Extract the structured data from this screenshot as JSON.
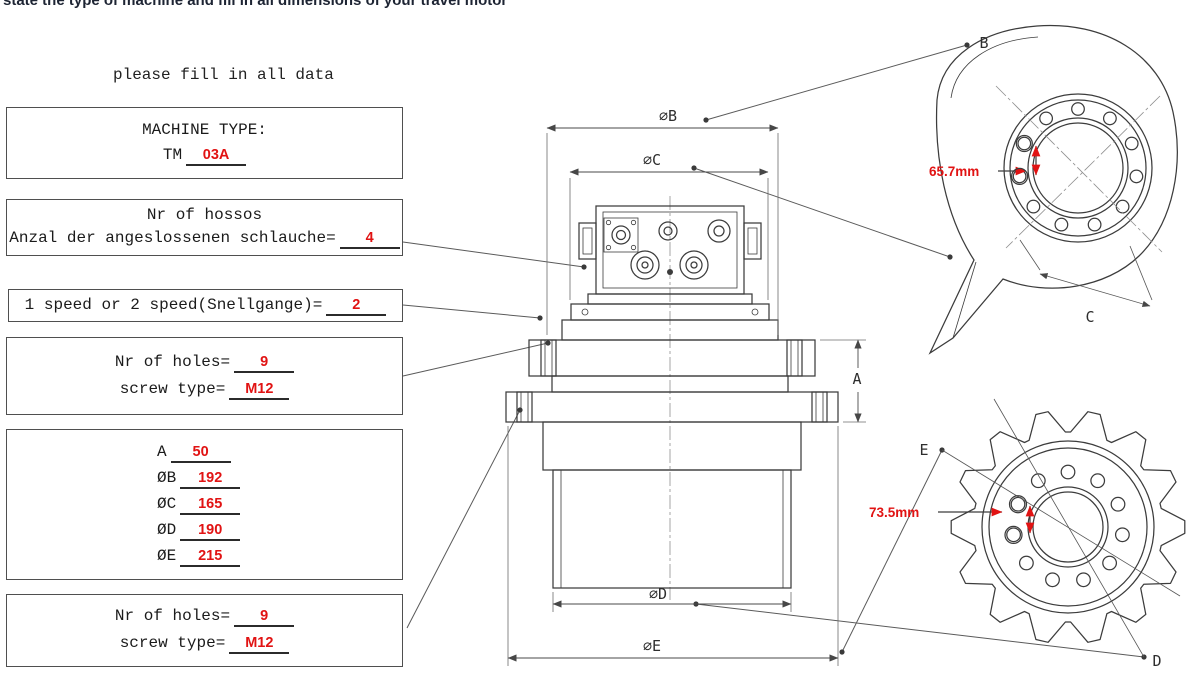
{
  "page": {
    "clipped_top_text": "state the type of machine and fill in all dimensions of your travel motor",
    "instruction": "please fill in all data"
  },
  "boxes": {
    "machine_type": {
      "title": "MACHINE TYPE:",
      "prefix": "TM",
      "value": "03A"
    },
    "hoses": {
      "line1": "Nr of hossos",
      "label": "Anzal der angeslossenen schlauche=",
      "value": "4"
    },
    "speed": {
      "label": "1 speed or 2 speed(Snellgange)=",
      "value": "2"
    },
    "holes_top": {
      "holes_label": "Nr of holes=",
      "holes_value": "9",
      "screw_label": "screw type=",
      "screw_value": "M12"
    },
    "dims": {
      "rows": [
        {
          "label": "A",
          "value": "50"
        },
        {
          "label": "ØB",
          "value": "192"
        },
        {
          "label": "ØC",
          "value": "165"
        },
        {
          "label": "ØD",
          "value": "190"
        },
        {
          "label": "ØE",
          "value": "215"
        }
      ]
    },
    "holes_bottom": {
      "holes_label": "Nr of holes=",
      "holes_value": "9",
      "screw_label": "screw type=",
      "screw_value": "M12"
    }
  },
  "drawing": {
    "labels": {
      "phiB": "∅B",
      "phiC": "∅C",
      "phiD": "∅D",
      "phiE": "∅E",
      "a": "A",
      "b": "B",
      "c": "C",
      "d": "D",
      "e": "E"
    },
    "hub": {
      "pitch": "65.7mm"
    },
    "sprocket": {
      "pitch": "73.5mm"
    },
    "colors": {
      "red": "#e11313",
      "line": "#3c3c3c"
    }
  }
}
